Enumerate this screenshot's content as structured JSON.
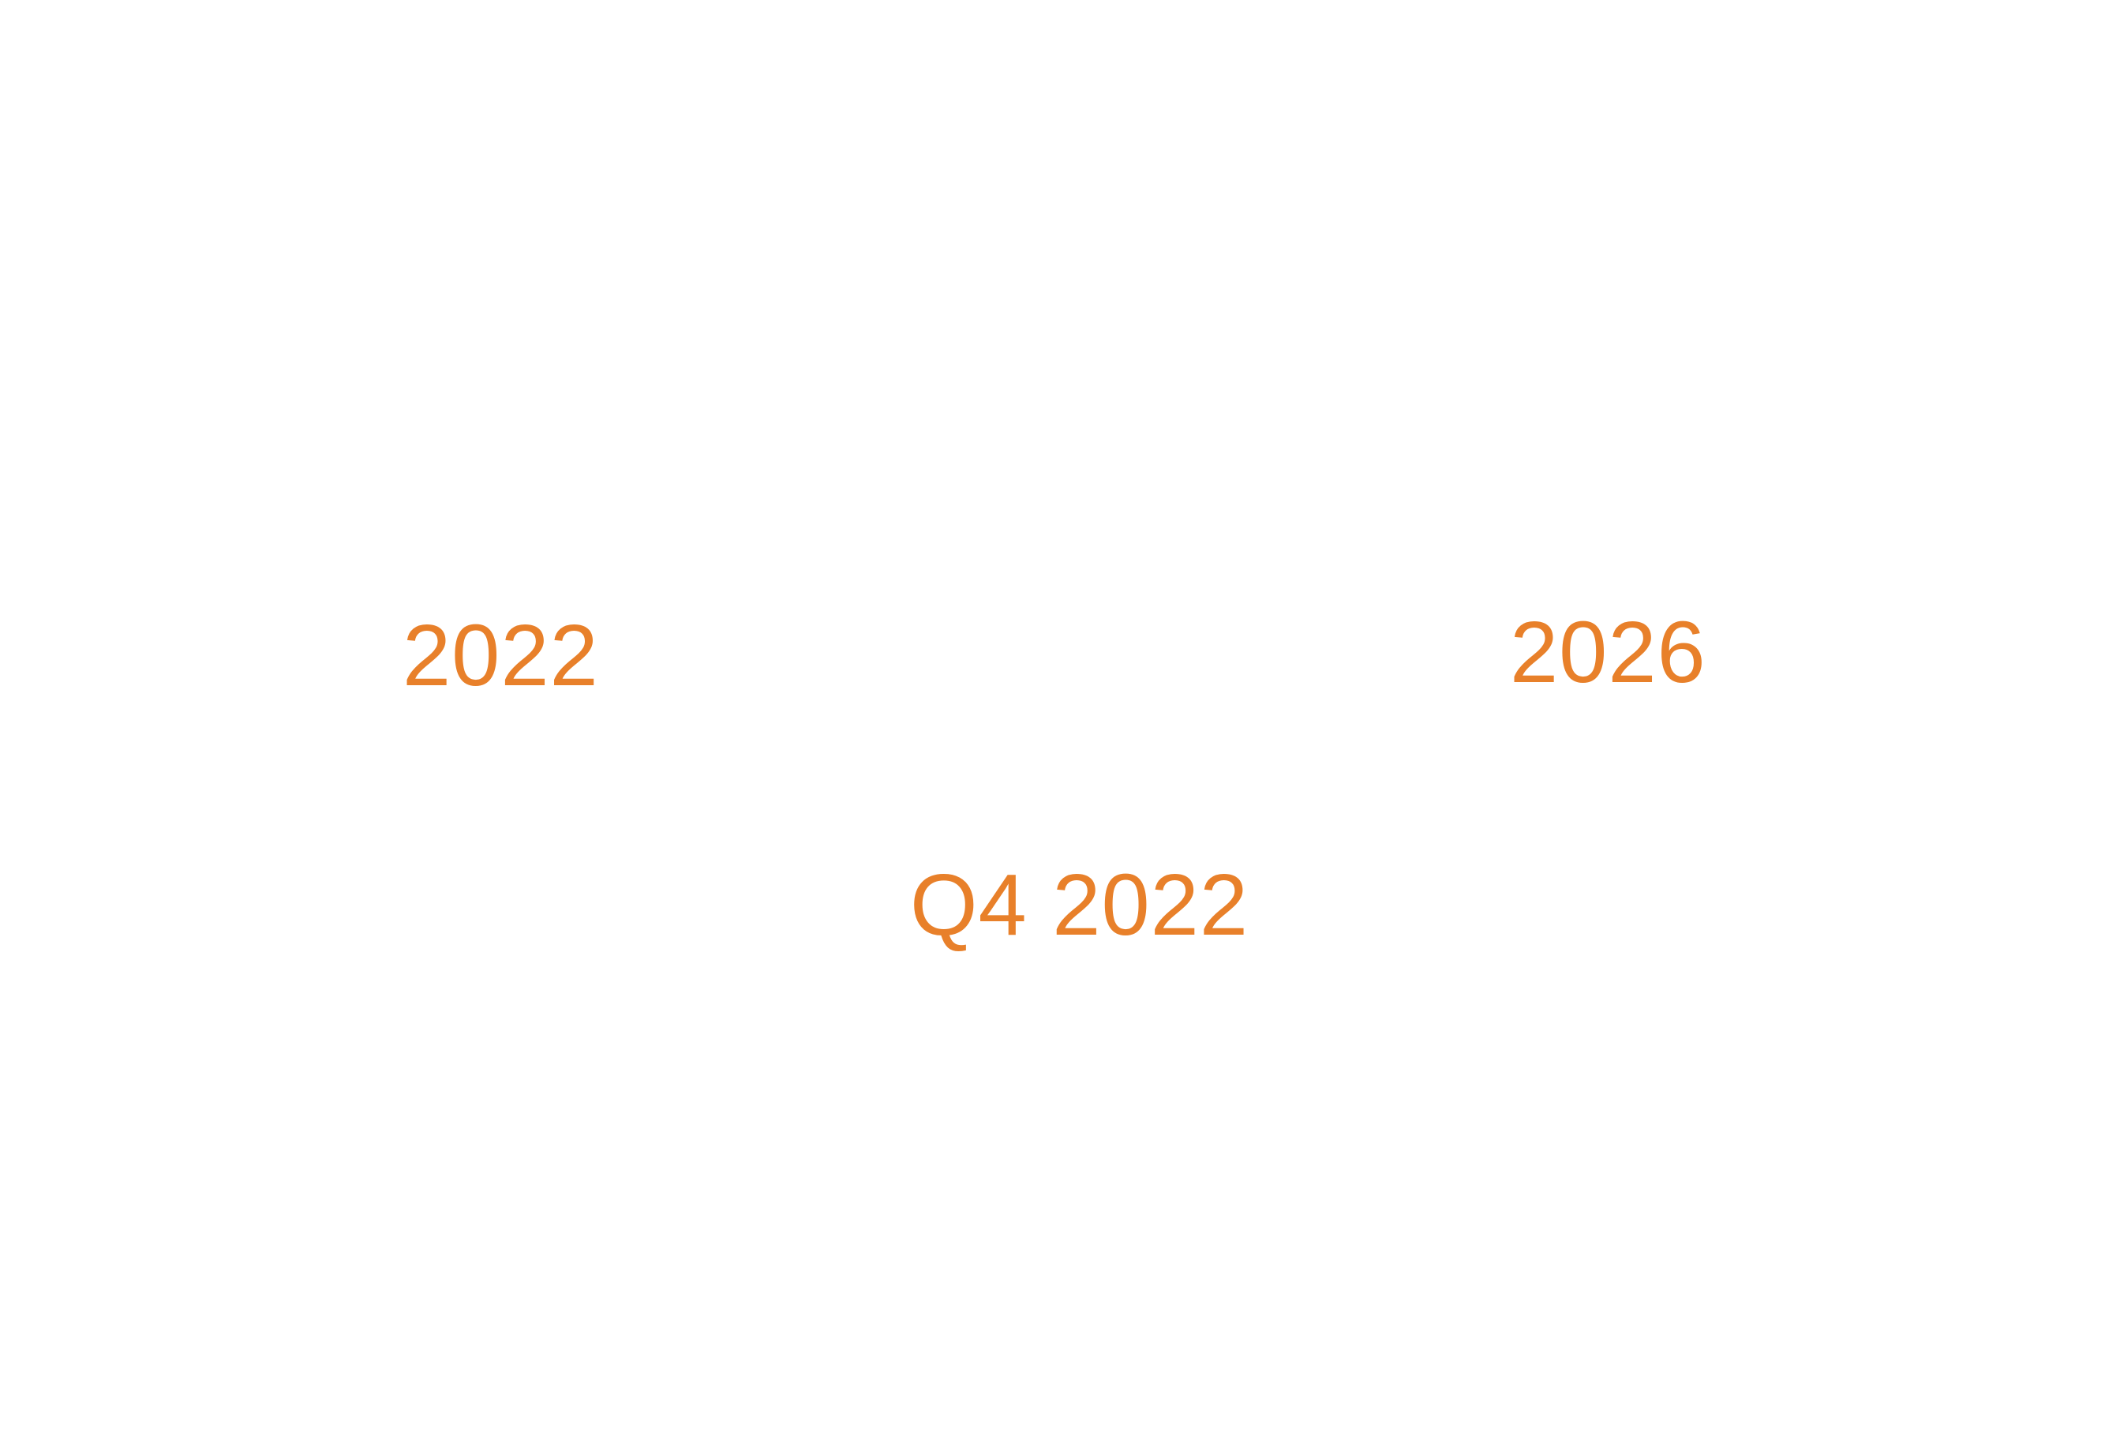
{
  "labels": {
    "year_start": "2022",
    "year_end": "2026",
    "quarter": "Q4 2022"
  },
  "colors": {
    "text": "#e8802a",
    "background": "#ffffff"
  }
}
